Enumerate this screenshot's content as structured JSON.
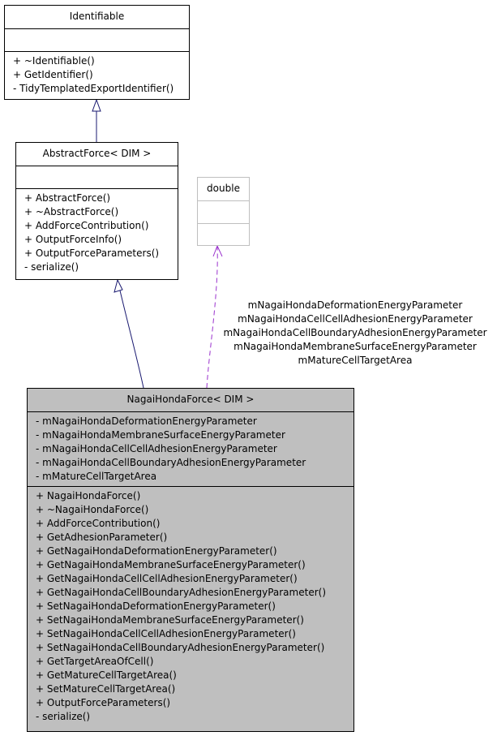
{
  "identifiable": {
    "name": "Identifiable",
    "attributes": [],
    "methods": [
      "+ ~Identifiable()",
      "+ GetIdentifier()",
      "- TidyTemplatedExportIdentifier()"
    ]
  },
  "abstract_force": {
    "name": "AbstractForce< DIM >",
    "attributes": [],
    "methods": [
      "+ AbstractForce()",
      "+ ~AbstractForce()",
      "+ AddForceContribution()",
      "+ OutputForceInfo()",
      "+ OutputForceParameters()",
      "- serialize()"
    ]
  },
  "double_type": {
    "name": "double"
  },
  "nagai_honda_force": {
    "name": "NagaiHondaForce< DIM >",
    "attributes": [
      "- mNagaiHondaDeformationEnergyParameter",
      "- mNagaiHondaMembraneSurfaceEnergyParameter",
      "- mNagaiHondaCellCellAdhesionEnergyParameter",
      "- mNagaiHondaCellBoundaryAdhesionEnergyParameter",
      "- mMatureCellTargetArea"
    ],
    "methods": [
      "+ NagaiHondaForce()",
      "+ ~NagaiHondaForce()",
      "+ AddForceContribution()",
      "+ GetAdhesionParameter()",
      "+ GetNagaiHondaDeformationEnergyParameter()",
      "+ GetNagaiHondaMembraneSurfaceEnergyParameter()",
      "+ GetNagaiHondaCellCellAdhesionEnergyParameter()",
      "+ GetNagaiHondaCellBoundaryAdhesionEnergyParameter()",
      "+ SetNagaiHondaDeformationEnergyParameter()",
      "+ SetNagaiHondaMembraneSurfaceEnergyParameter()",
      "+ SetNagaiHondaCellCellAdhesionEnergyParameter()",
      "+ SetNagaiHondaCellBoundaryAdhesionEnergyParameter()",
      "+ GetTargetAreaOfCell()",
      "+ GetMatureCellTargetArea()",
      "+ SetMatureCellTargetArea()",
      "+ OutputForceParameters()",
      "- serialize()"
    ]
  },
  "usage_label": [
    "mNagaiHondaDeformationEnergyParameter",
    "mNagaiHondaCellCellAdhesionEnergyParameter",
    "mNagaiHondaCellBoundaryAdhesionEnergyParameter",
    "mNagaiHondaMembraneSurfaceEnergyParameter",
    "mMatureCellTargetArea"
  ],
  "colors": {
    "inheritance": "#191970",
    "usage": "#9a32cd",
    "focus_fill": "#bfbfbf"
  }
}
